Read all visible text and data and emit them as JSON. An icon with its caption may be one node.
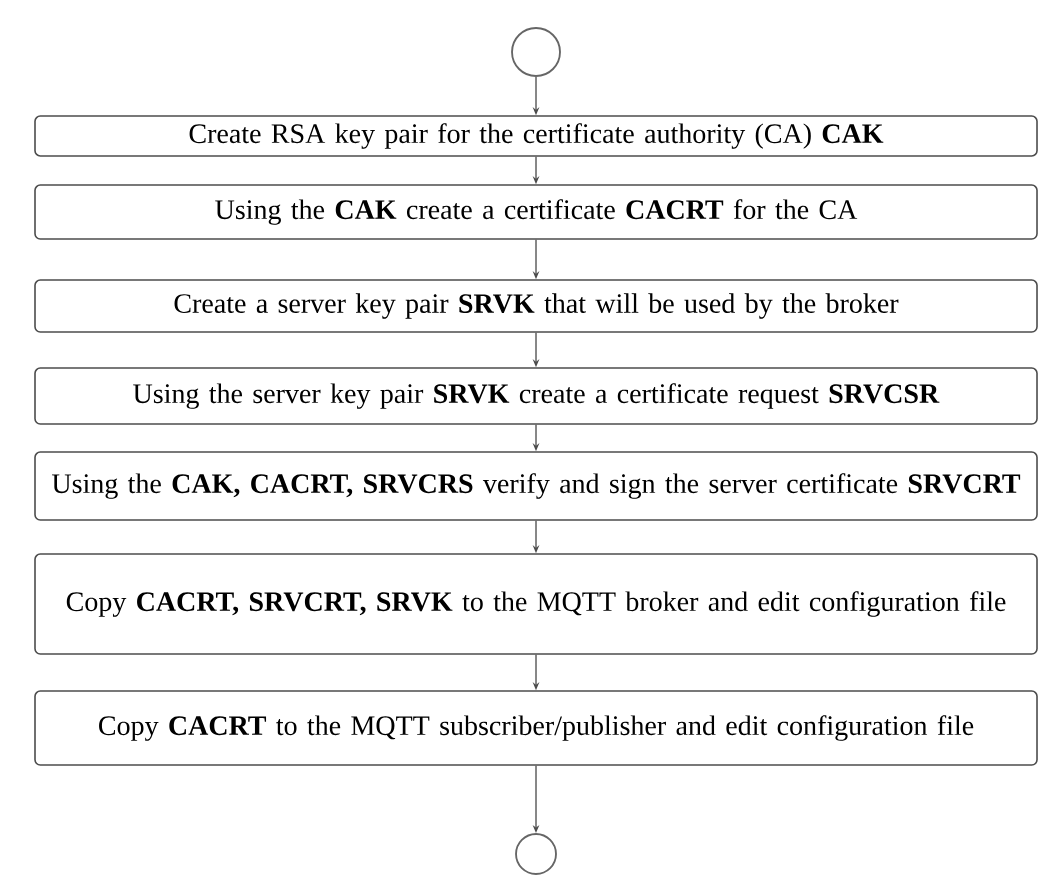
{
  "diagram": {
    "nodes": [
      {
        "text": [],
        "shape": "circle"
      },
      {
        "text": [
          "Create RSA key pair for the certificate authority (CA) **CAK**"
        ]
      },
      {
        "text": [
          "Using the **CAK** create a certificate **CACRT** for the CA"
        ]
      },
      {
        "text": [
          "Create a server key pair **SRVK** that will be used by the broker"
        ]
      },
      {
        "text": [
          "Using the server key pair **SRVK** create a  certificate request **SRVCSR**"
        ]
      },
      {
        "text": [
          "Using the **CAK, CACRT, SRVCRS** verify and sign the server certificate **SRVCRT**"
        ]
      },
      {
        "text": [
          "Copy **CACRT, SRVCRT, SRVK** to the MQTT broker and edit configuration file"
        ]
      },
      {
        "text": [
          "Copy **CACRT** to the MQTT subscriber/publisher and edit configuration file"
        ]
      },
      {
        "text": [],
        "shape": "circle"
      }
    ],
    "edges": [
      {
        "from": 0,
        "to": 1,
        "arrow": "to"
      },
      {
        "from": 1,
        "to": 2,
        "arrow": "to"
      },
      {
        "from": 2,
        "to": 3,
        "arrow": "to"
      },
      {
        "from": 3,
        "to": 4,
        "arrow": "to"
      },
      {
        "from": 4,
        "to": 5,
        "arrow": "to"
      },
      {
        "from": 5,
        "to": 6,
        "arrow": "to"
      },
      {
        "from": 6,
        "to": 7,
        "arrow": "to"
      },
      {
        "from": 7,
        "to": 8,
        "arrow": "to"
      }
    ]
  }
}
